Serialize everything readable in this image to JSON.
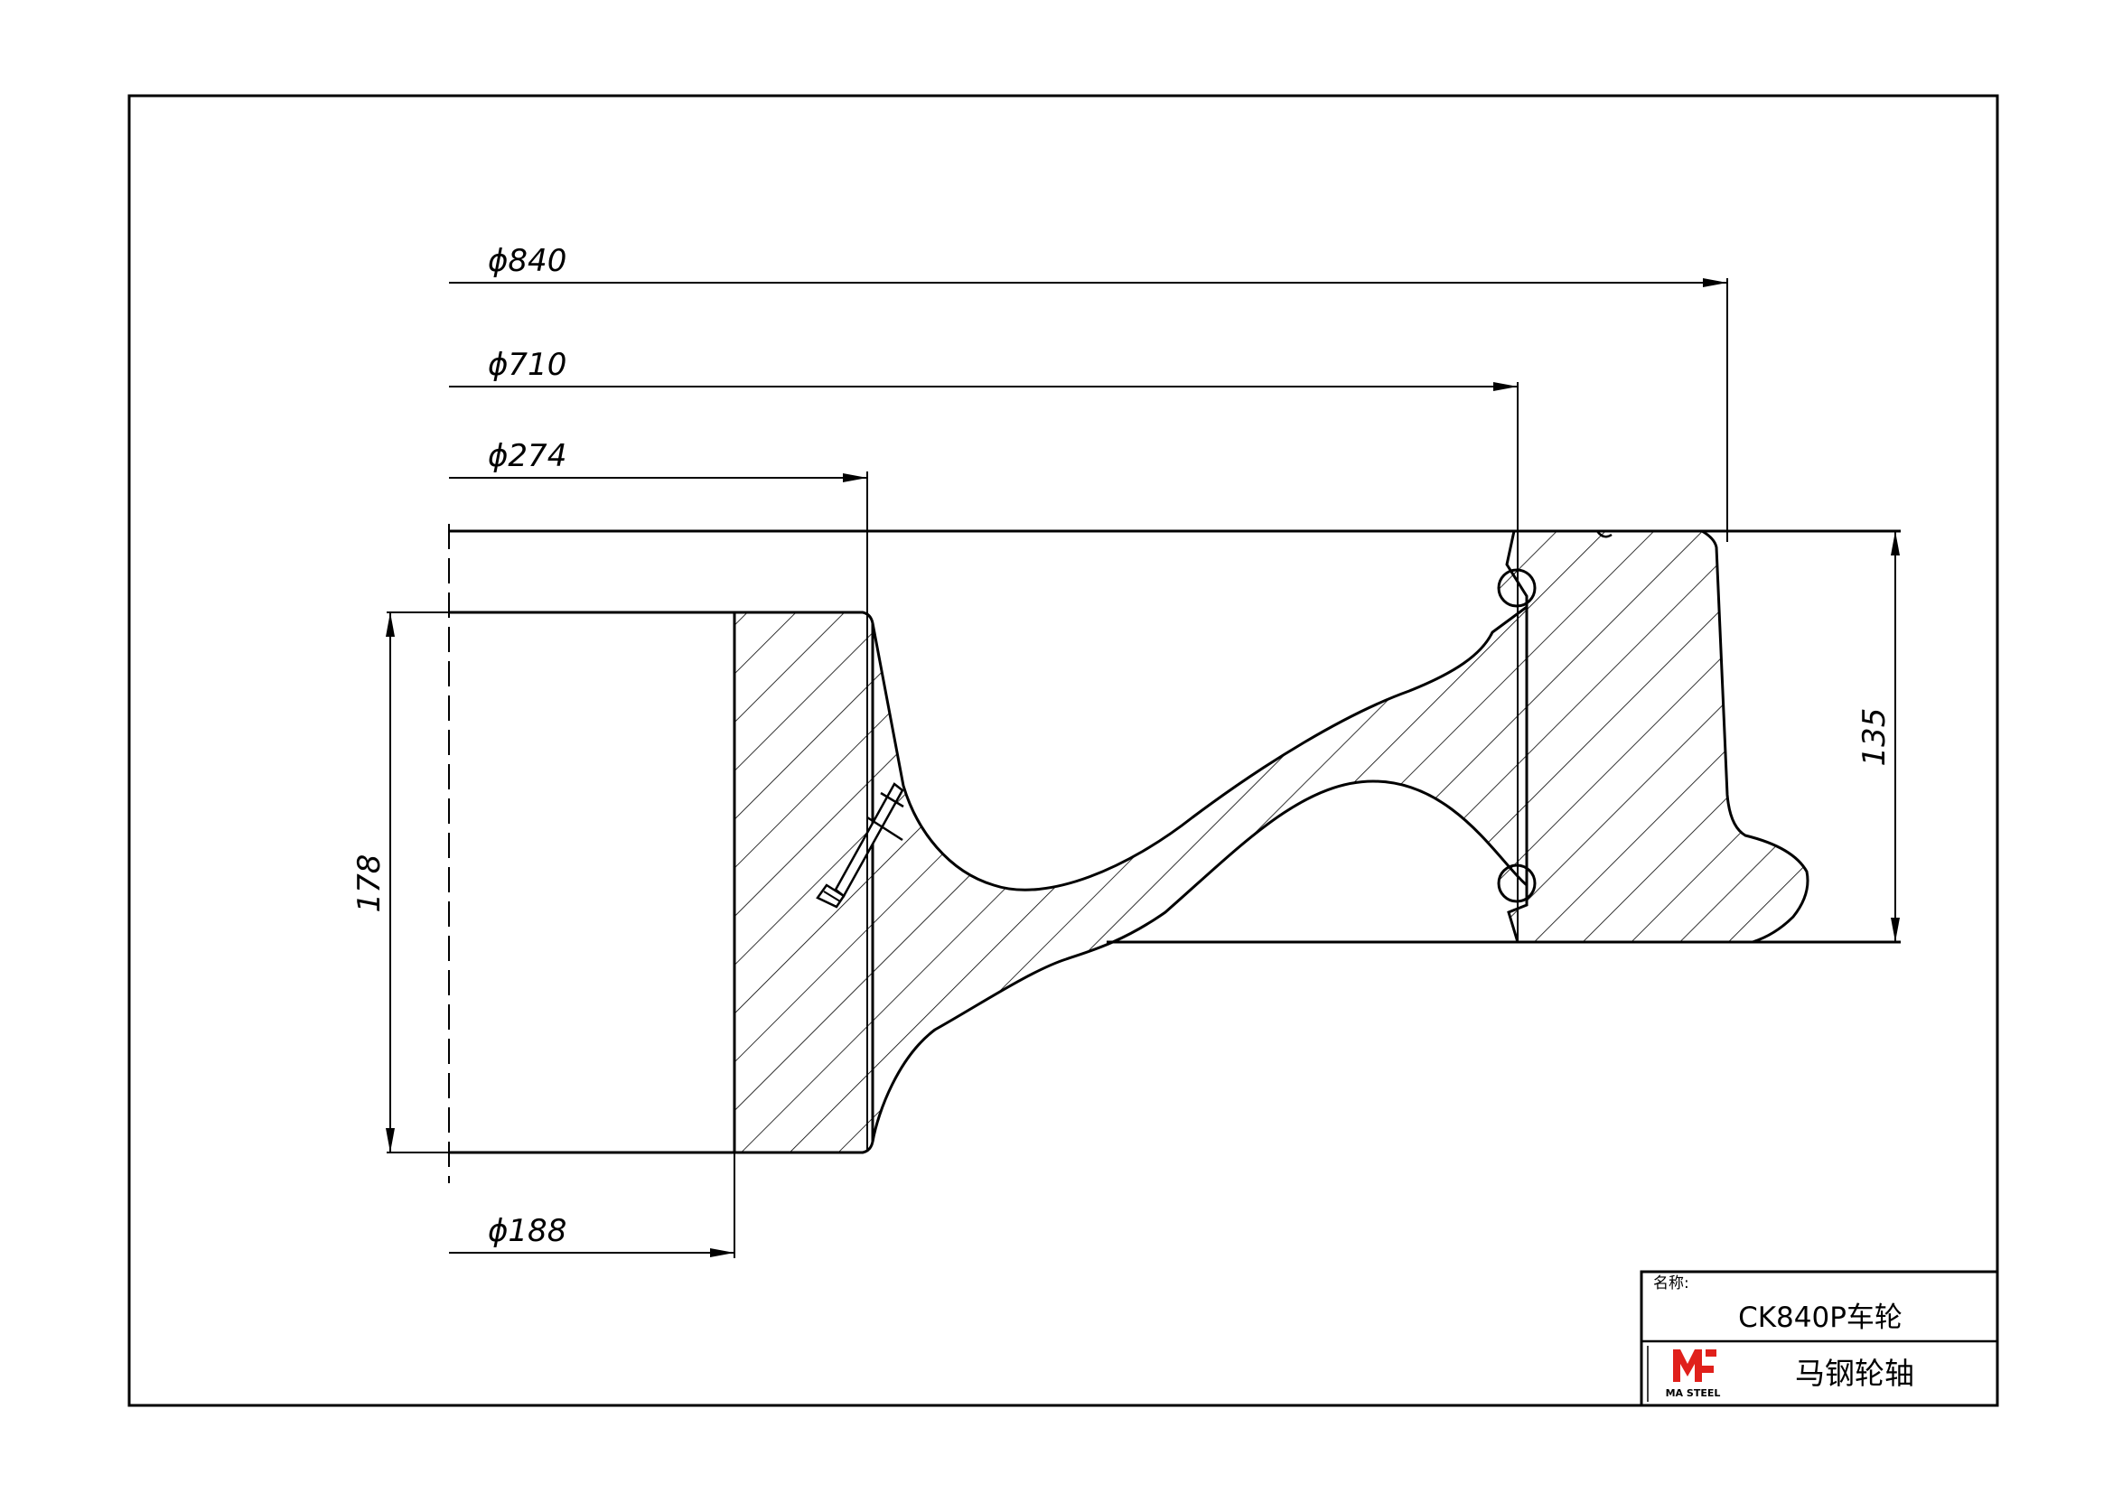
{
  "dimensions": {
    "d840": "ϕ840",
    "d710": "ϕ710",
    "d274": "ϕ274",
    "d188": "ϕ188",
    "h178": "178",
    "h135": "135"
  },
  "title_block": {
    "name_label": "名称:",
    "name_value": "CK840P车轮",
    "company": "马钢轮轴",
    "logo_text": "MA STEEL"
  },
  "colors": {
    "line": "#000000",
    "logo": "#e0201b"
  }
}
